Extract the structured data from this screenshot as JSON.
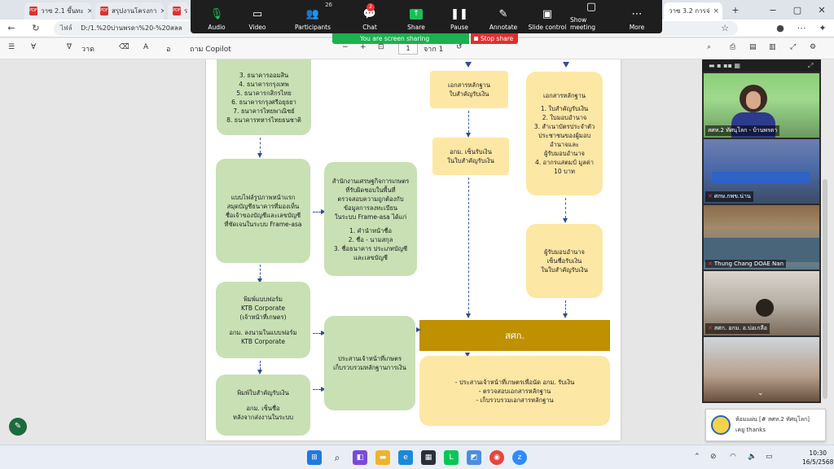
{
  "browser": {
    "tabs": [
      {
        "title": "วาซ 2.1 ขึ้นทะ"
      },
      {
        "title": "สรุปงานโครงกา"
      },
      {
        "title": "ร"
      },
      {
        "title": "วาซ 3.2 การจ่"
      }
    ],
    "address": {
      "file_label": "ไฟล์",
      "url": "D:/1.%20บ่านพรดา%20-%20สลล"
    },
    "pdf_toolbar": {
      "draw_label": "วาด",
      "copilot_label": "ถาม Copilot",
      "page_current": "1",
      "page_total": "จาก 1",
      "zoom_out": "−",
      "zoom_in": "+"
    }
  },
  "zoom": {
    "controls": [
      {
        "label": "Audio",
        "icon": "🎙"
      },
      {
        "label": "Video",
        "icon": "▭"
      },
      {
        "label": "Participants",
        "icon": "👥",
        "count": "26"
      },
      {
        "label": "Chat",
        "icon": "💬",
        "badge": "2"
      },
      {
        "label": "Share",
        "icon": "↑"
      },
      {
        "label": "Pause",
        "icon": "❚❚"
      },
      {
        "label": "Annotate",
        "icon": "✎"
      },
      {
        "label": "Slide control",
        "icon": "▣"
      },
      {
        "label": "Show meeting",
        "icon": "▢"
      },
      {
        "label": "More",
        "icon": "•••"
      }
    ],
    "sharing_text": "You are screen sharing",
    "stop_share": "Stop share",
    "participants": [
      {
        "name": "สศท.2 ทัศนุโลก - บ้านพรดา",
        "muted": false
      },
      {
        "name": "ศกษ.กพข.น่าน",
        "muted": true
      },
      {
        "name": "Thung Chang DOAE Nan",
        "muted": true
      },
      {
        "name": "สศก. อกม. อ.บ่อเกลือ",
        "muted": true
      },
      {
        "name": "",
        "muted": false
      }
    ]
  },
  "flowchart": {
    "left_top_list": [
      "3. ธนาคารออมสิน",
      "4. ธนาคารกรุงเทพ",
      "5. ธนาคารกสิกรไทย",
      "6. ธนาคารกรุงศรีอยุธยา",
      "7. ธนาคารไทยพาณิชย์",
      "8. ธนาคารทหารไทยธนชาติ"
    ],
    "left_box2": [
      "แบบไฟล์รูปภาพหน้าแรก",
      "สมุดบัญชีธนาคารที่มองเห็น",
      "ชื่อเจ้าของบัญชีและเลขบัญชี",
      "ที่ชัดเจนในระบบ Frame-asa"
    ],
    "left_box3": [
      "พิมพ์แบบฟอร์ม",
      "KTB Corporate",
      "(เจ้าหน้าที่เกษตร)",
      "",
      "อกม. ลงนามในแบบฟอร์ม",
      "KTB Corporate"
    ],
    "left_box4": [
      "พิมพ์ใบสำคัญรับเงิน",
      "",
      "อกม. เซ็นชื่อ",
      "หลังจากส่งงานในระบบ"
    ],
    "mid_box1": [
      "สำนักงานเศรษฐกิจการเกษตร",
      "ที่รับผิดชอบในพื้นที่",
      "ตรวจสอบความถูกต้องกับ",
      "ข้อมูลการลงทะเบียน",
      "ในระบบ  Frame-asa ได้แก่",
      "",
      "1. คำนำหน้าชื่อ",
      "2. ชื่อ - นามสกุล",
      "3. ชื่อธนาคาร ประเภทบัญชี",
      "และเลขบัญชี"
    ],
    "mid_box2": [
      "ประสานเจ้าหน้าที่เกษตร",
      "เก็บรวบรวมหลักฐานการเงิน"
    ],
    "col3_box1": [
      "เอกสารหลักฐาน",
      "ใบสำคัญรับเงิน"
    ],
    "col3_box2": [
      "อกม. เซ็นรับเงิน",
      "ในใบสำคัญรับเงิน"
    ],
    "col4_box1": [
      "เอกสารหลักฐาน",
      "",
      "1. ใบสำคัญรับเงิน",
      "2. ใบมอบอำนาจ",
      "3. สำเนาบัตรประจำตัว",
      "ประชาชนของผู้มอบ",
      "อำนาจและ",
      "ผู้รับมอบอำนาจ",
      "4. อากรแสตมป์ มูลค่า",
      "10 บาท"
    ],
    "col4_box2": [
      "ผู้รับมอบอำนาจ",
      "เซ็นชื่อรับเงิน",
      "ในใบสำคัญรับเงิน"
    ],
    "gold_box": "สศก.",
    "bottom_box": [
      "- ประสานเจ้าหน้าที่เกษตรเพื่อนัด อกม. รับเงิน",
      "- ตรวจสอบเอกสารหลักฐาน",
      "- เก็บรวบรวมเอกสารหลักฐาน"
    ]
  },
  "notification": {
    "line1": "ห้อมแผ่น [# สศท.2 ทัศนุโลก]",
    "line2": "เคยู thanks"
  },
  "taskbar": {
    "time": "10:30",
    "date": "16/5/2568"
  },
  "colors": {
    "green_box": "#c8e0b4",
    "yellow_box": "#fde7a5",
    "gold_box": "#bf9000",
    "zoom_green": "#1bb14f",
    "zoom_red": "#e02f2f"
  }
}
